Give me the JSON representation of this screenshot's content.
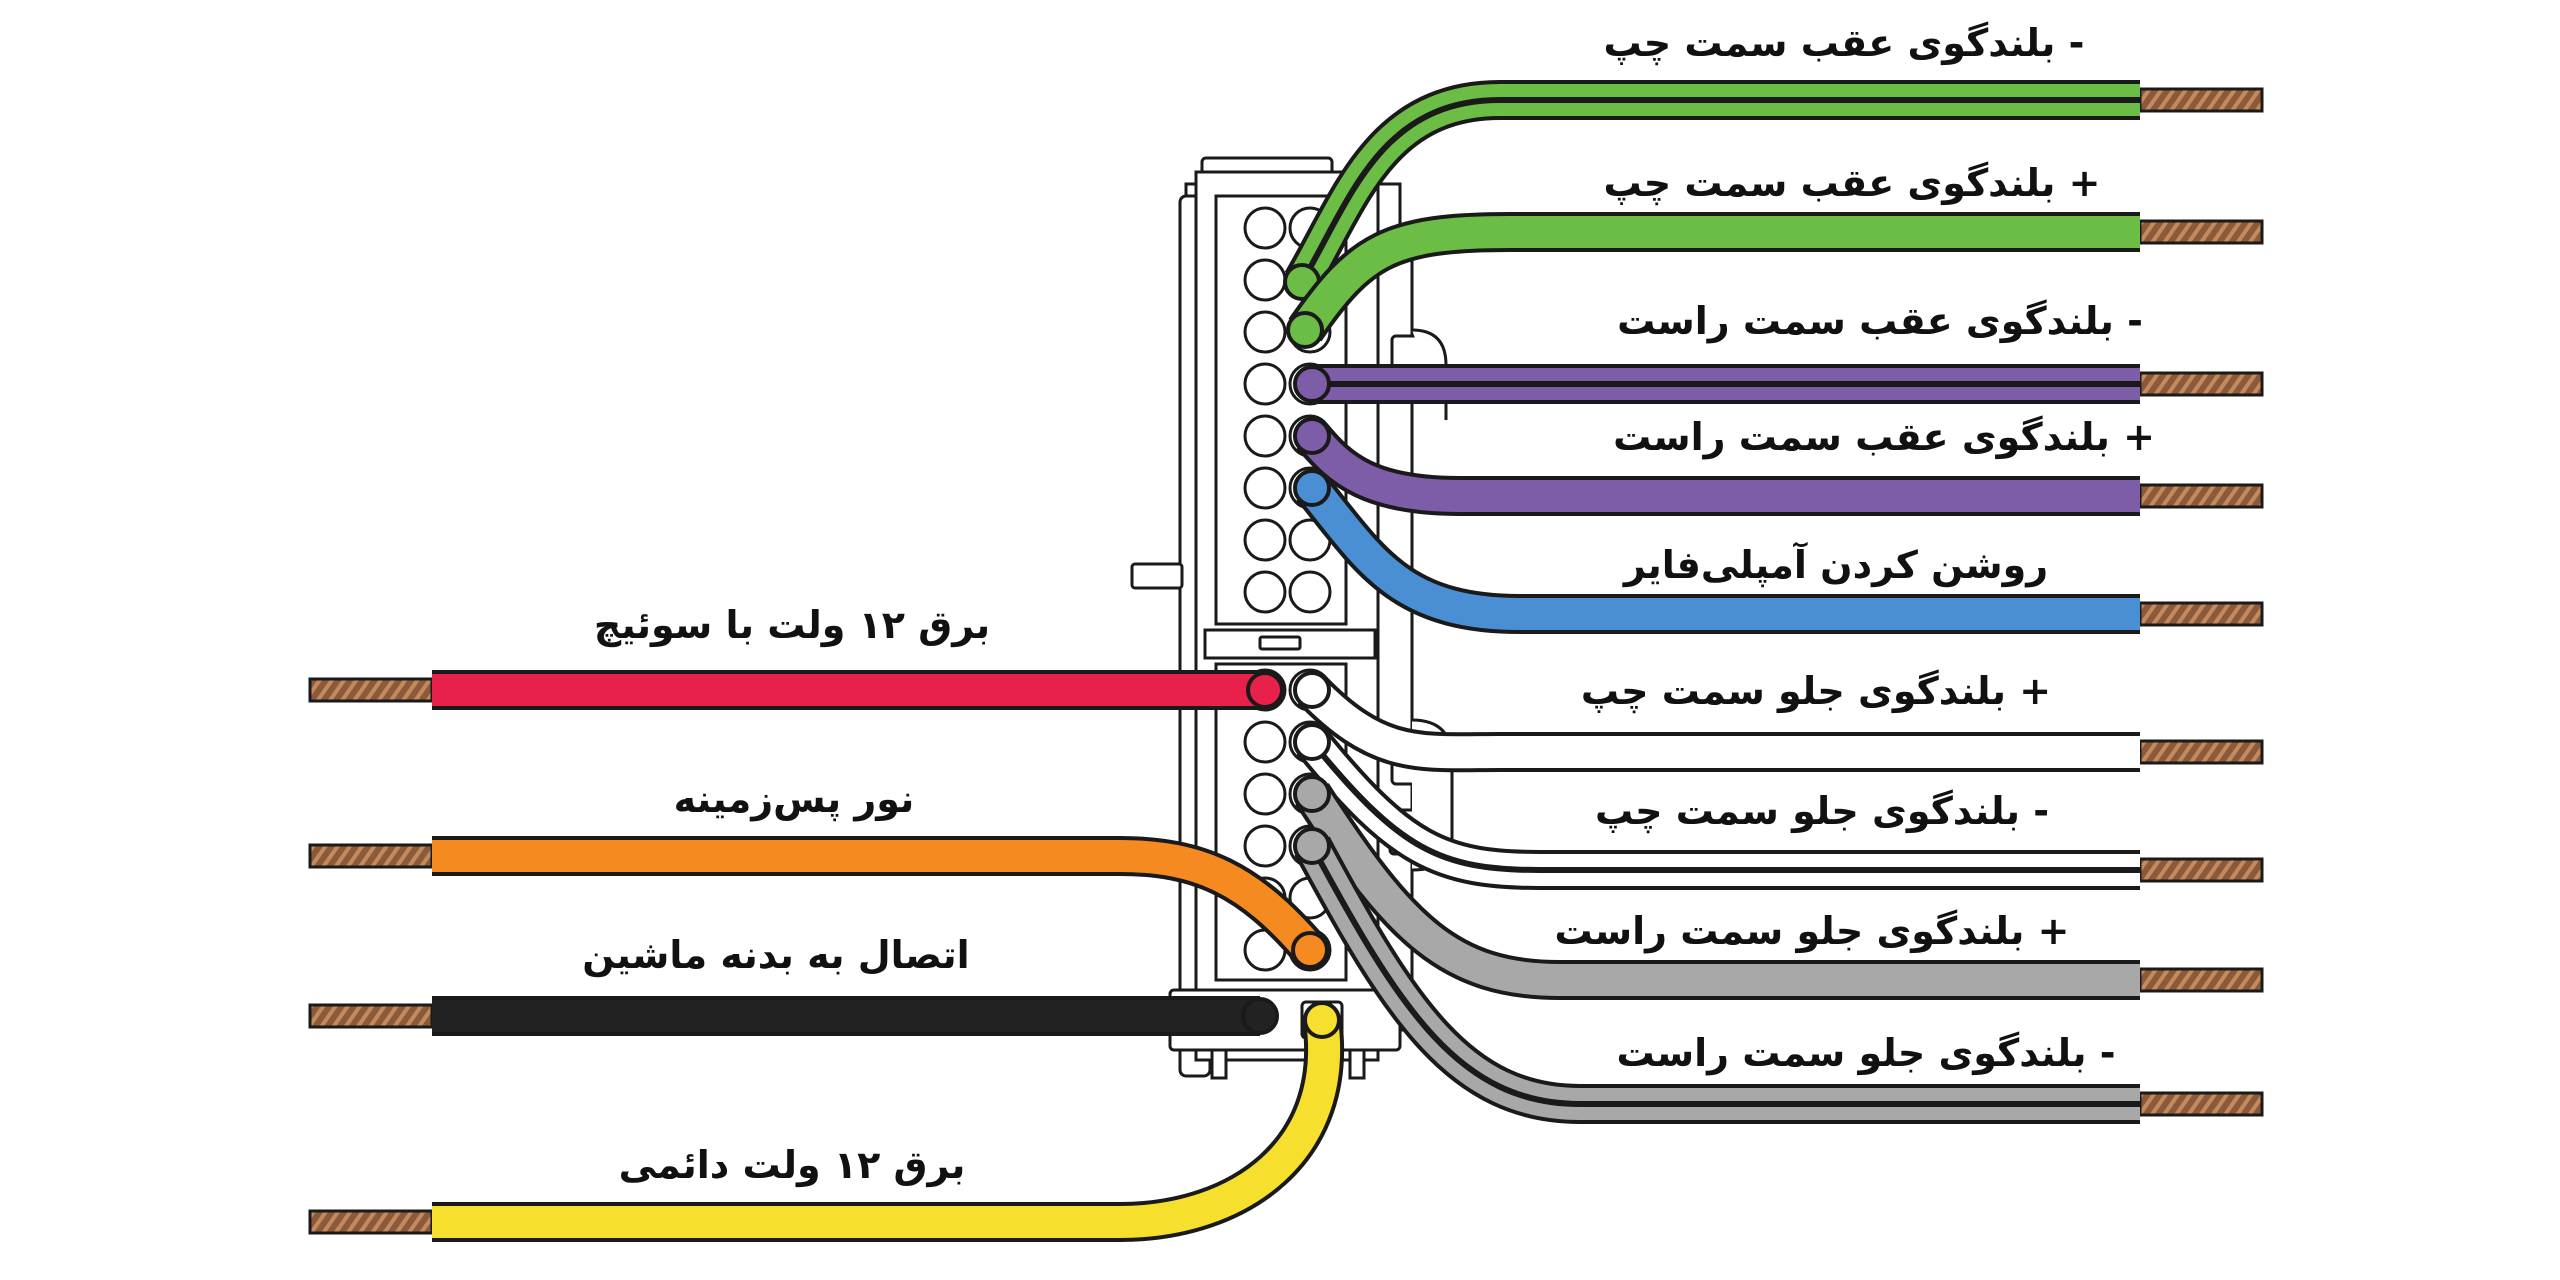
{
  "colors": {
    "outline": "#1a1a1a",
    "connector_fill": "#ffffff",
    "copper": "#8a5a3a"
  },
  "wires": [
    {
      "id": "rear-left-neg",
      "label": "- بلندگوی عقب سمت چپ",
      "color": "#6cbd45",
      "side": "right",
      "striped": true
    },
    {
      "id": "rear-left-pos",
      "label": "+ بلندگوی عقب سمت چپ",
      "color": "#6cbd45",
      "side": "right",
      "striped": false
    },
    {
      "id": "rear-right-neg",
      "label": "- بلندگوی عقب سمت راست",
      "color": "#7d5ca8",
      "side": "right",
      "striped": true
    },
    {
      "id": "rear-right-pos",
      "label": "+ بلندگوی عقب سمت راست",
      "color": "#7d5ca8",
      "side": "right",
      "striped": false
    },
    {
      "id": "amp-remote",
      "label": "روشن کردن آمپلی‌فایر",
      "color": "#4a8fd4",
      "side": "right",
      "striped": false
    },
    {
      "id": "front-left-pos",
      "label": "+ بلندگوی جلو سمت چپ",
      "color": "#ffffff",
      "side": "right",
      "striped": false
    },
    {
      "id": "front-left-neg",
      "label": "- بلندگوی جلو سمت چپ",
      "color": "#ffffff",
      "side": "right",
      "striped": true
    },
    {
      "id": "front-right-pos",
      "label": "+ بلندگوی جلو سمت راست",
      "color": "#a8a8a8",
      "side": "right",
      "striped": false
    },
    {
      "id": "front-right-neg",
      "label": "- بلندگوی جلو سمت راست",
      "color": "#a8a8a8",
      "side": "right",
      "striped": true
    },
    {
      "id": "acc-12v",
      "label": "برق ۱۲ ولت با سوئیچ",
      "color": "#e8214a",
      "side": "left",
      "striped": false
    },
    {
      "id": "illumination",
      "label": "نور پس‌زمینه",
      "color": "#f48a20",
      "side": "left",
      "striped": false
    },
    {
      "id": "ground",
      "label": "اتصال به بدنه ماشین",
      "color": "#222222",
      "side": "left",
      "striped": false
    },
    {
      "id": "constant-12v",
      "label": "برق ۱۲ ولت دائمی",
      "color": "#f7df2e",
      "side": "left",
      "striped": false
    }
  ]
}
